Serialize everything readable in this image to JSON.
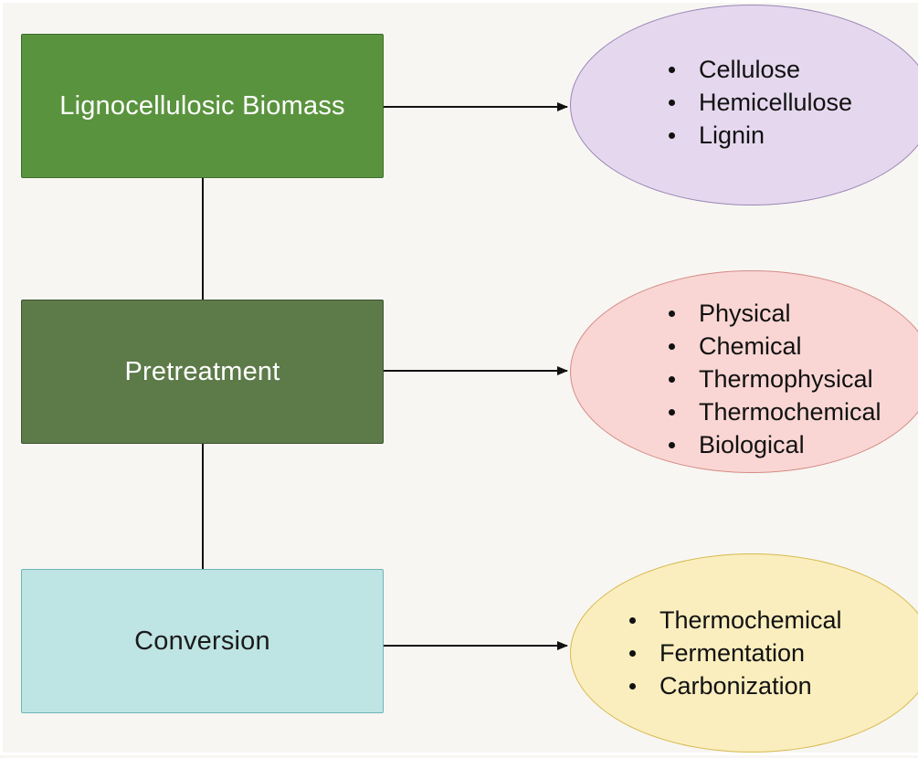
{
  "boxes": {
    "biomass": "Lignocellulosic Biomass",
    "pretreatment": "Pretreatment",
    "conversion": "Conversion"
  },
  "lists": {
    "components": [
      "Cellulose",
      "Hemicellulose",
      "Lignin"
    ],
    "pretreatment_methods": [
      "Physical",
      "Chemical",
      "Thermophysical",
      "Thermochemical",
      "Biological"
    ],
    "conversion_routes": [
      "Thermochemical",
      "Fermentation",
      "Carbonization"
    ]
  },
  "colors": {
    "biomass_box": "#5a933e",
    "pretreatment_box": "#5d7a49",
    "conversion_box": "#bfe4e4",
    "components_ellipse": "#e5d8ee",
    "pretreatment_ellipse": "#f9d6d3",
    "conversion_ellipse": "#faeebe"
  }
}
